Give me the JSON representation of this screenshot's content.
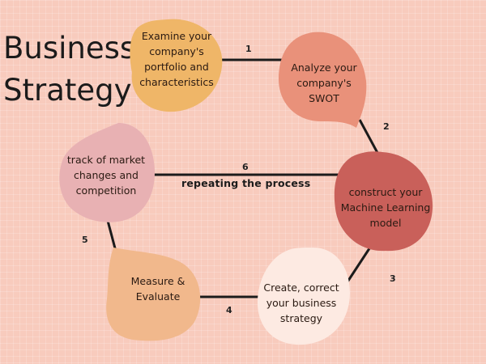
{
  "title": {
    "line1": "Business",
    "line2": "Strategy"
  },
  "steps": [
    {
      "number": "1",
      "text": "Examine your company's portfolio and characteristics"
    },
    {
      "number": "2",
      "text": "Analyze your company's SWOT"
    },
    {
      "number": "3",
      "text": "construct your Machine Learning model"
    },
    {
      "number": "4",
      "text": "Create, correct your business strategy"
    },
    {
      "number": "5",
      "text": "Measure & Evaluate"
    },
    {
      "number": "6",
      "text": "track of market changes and competition"
    }
  ],
  "edge_labels": {
    "1": "1",
    "2": "2",
    "3": "3",
    "4": "4",
    "5": "5",
    "6": "6"
  },
  "repeat_label": "repeating the process",
  "colors": {
    "background": "#f8cbbd",
    "step1": "#efb668",
    "step2": "#e9917a",
    "step3": "#c9605a",
    "step4": "#fdeae2",
    "step5": "#f1b88c",
    "step6": "#e8b1b3",
    "connector": "#1b1b1b"
  }
}
